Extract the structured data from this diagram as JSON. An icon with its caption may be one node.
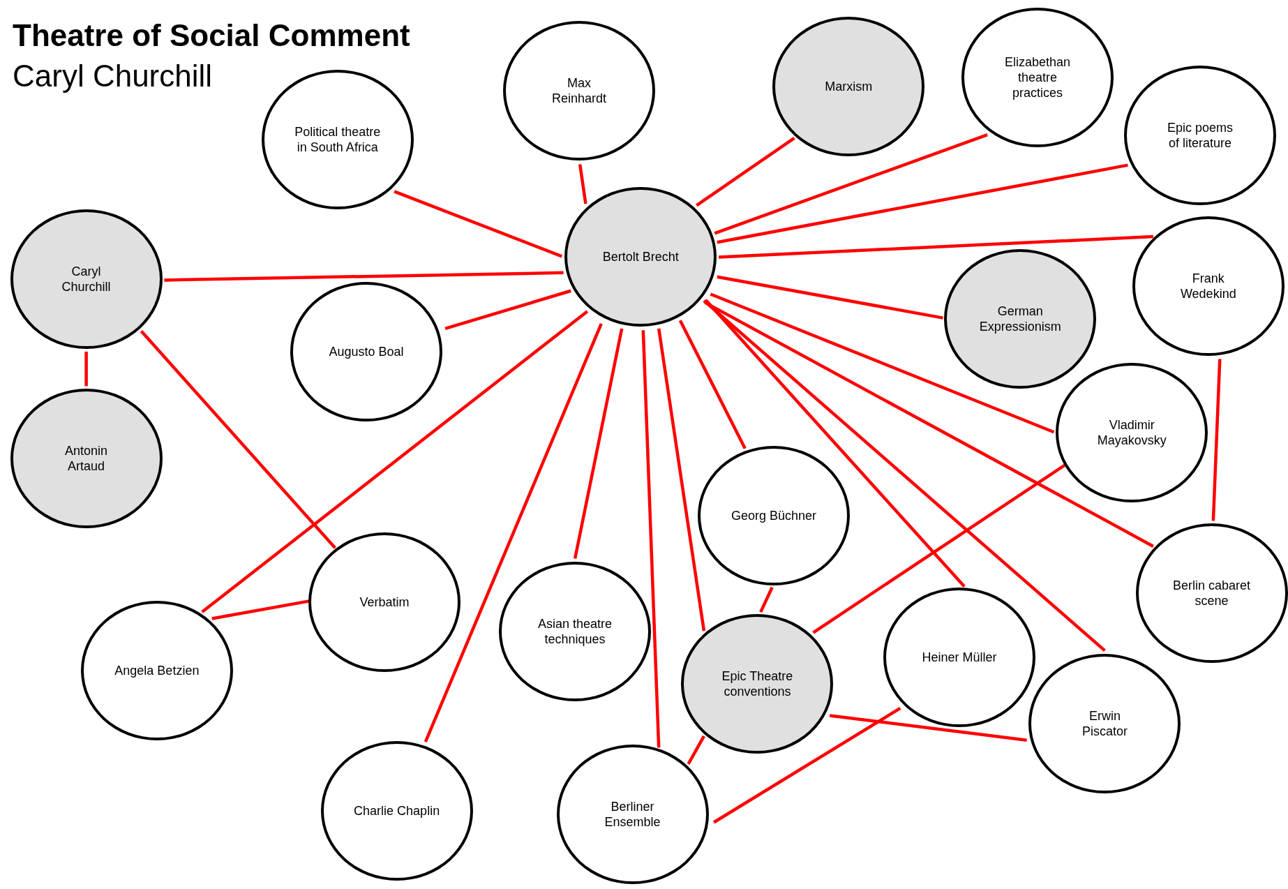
{
  "diagram": {
    "title": "Theatre of Social Comment",
    "nodes": [
      {
        "text": [
          "Max Reinhardt"
        ]
      },
      {
        "text": [
          "Marxism"
        ]
      },
      {
        "text": [
          "Elizabethan theatre practices"
        ]
      },
      {
        "text": [
          "Political theatre in South Africa"
        ]
      },
      {
        "text": [
          "Epic poems of literature"
        ]
      },
      {
        "text": [
          "Bertolt Brecht"
        ]
      },
      {
        "text": [
          "Caryl Churchill"
        ]
      },
      {
        "text": [
          "Frank Wedekind"
        ]
      },
      {
        "text": [
          "German Expressionism"
        ]
      },
      {
        "text": [
          "Augusto Boal"
        ]
      },
      {
        "text": [
          "Vladimir Mayakovsky"
        ]
      },
      {
        "text": [
          "Antonin Artaud"
        ]
      },
      {
        "text": [
          "Georg Büchner"
        ]
      },
      {
        "text": [
          "Berlin cabaret scene"
        ]
      },
      {
        "text": [
          "Verbatim"
        ]
      },
      {
        "text": [
          "Asian theatre techniques"
        ]
      },
      {
        "text": [
          "Heiner Müller"
        ]
      },
      {
        "text": [
          "Angela Betzien"
        ]
      },
      {
        "text": [
          "Epic Theatre conventions"
        ]
      },
      {
        "text": [
          "Erwin Piscator"
        ]
      },
      {
        "text": [
          "Charlie Chaplin"
        ]
      },
      {
        "text": [
          "Berliner Ensemble"
        ]
      }
    ],
    "edges": [
      {
        "from": 5,
        "to": 0,
        "arrow": "none"
      },
      {
        "from": 5,
        "to": 1,
        "arrow": "none"
      },
      {
        "from": 5,
        "to": 2,
        "arrow": "none"
      },
      {
        "from": 5,
        "to": 3,
        "arrow": "none"
      },
      {
        "from": 5,
        "to": 4,
        "arrow": "none"
      },
      {
        "from": 5,
        "to": 6,
        "arrow": "none"
      },
      {
        "from": 5,
        "to": 7,
        "arrow": "none"
      },
      {
        "from": 5,
        "to": 8,
        "arrow": "none"
      },
      {
        "from": 5,
        "to": 9,
        "arrow": "none"
      },
      {
        "from": 5,
        "to": 10,
        "arrow": "none"
      },
      {
        "from": 5,
        "to": 12,
        "arrow": "none"
      },
      {
        "from": 5,
        "to": 13,
        "arrow": "none"
      },
      {
        "from": 5,
        "to": 15,
        "arrow": "none"
      },
      {
        "from": 5,
        "to": 16,
        "arrow": "none"
      },
      {
        "from": 5,
        "to": 17,
        "arrow": "none"
      },
      {
        "from": 5,
        "to": 18,
        "arrow": "none"
      },
      {
        "from": 5,
        "to": 19,
        "arrow": "none"
      },
      {
        "from": 5,
        "to": 20,
        "arrow": "none"
      },
      {
        "from": 5,
        "to": 21,
        "arrow": "none"
      },
      {
        "from": 6,
        "to": 11,
        "arrow": "none"
      },
      {
        "from": 6,
        "to": 14,
        "arrow": "none"
      },
      {
        "from": 14,
        "to": 17,
        "arrow": "none"
      },
      {
        "from": 7,
        "to": 13,
        "arrow": "none"
      },
      {
        "from": 12,
        "to": 18,
        "arrow": "none"
      },
      {
        "from": 18,
        "to": 10,
        "arrow": "none"
      },
      {
        "from": 18,
        "to": 19,
        "arrow": "none"
      },
      {
        "from": 18,
        "to": 21,
        "arrow": "none"
      },
      {
        "from": 21,
        "to": 16,
        "arrow": "none"
      }
    ],
    "labels": [
      "Caryl Churchill"
    ]
  }
}
